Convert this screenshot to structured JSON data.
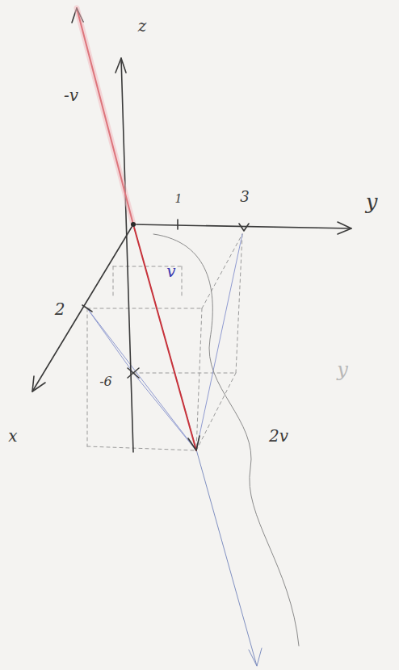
{
  "diagram": {
    "labels": [
      "z",
      "y",
      "x",
      "-v",
      "v",
      "2v",
      "1",
      "3",
      "2",
      "-6",
      "y"
    ]
  }
}
